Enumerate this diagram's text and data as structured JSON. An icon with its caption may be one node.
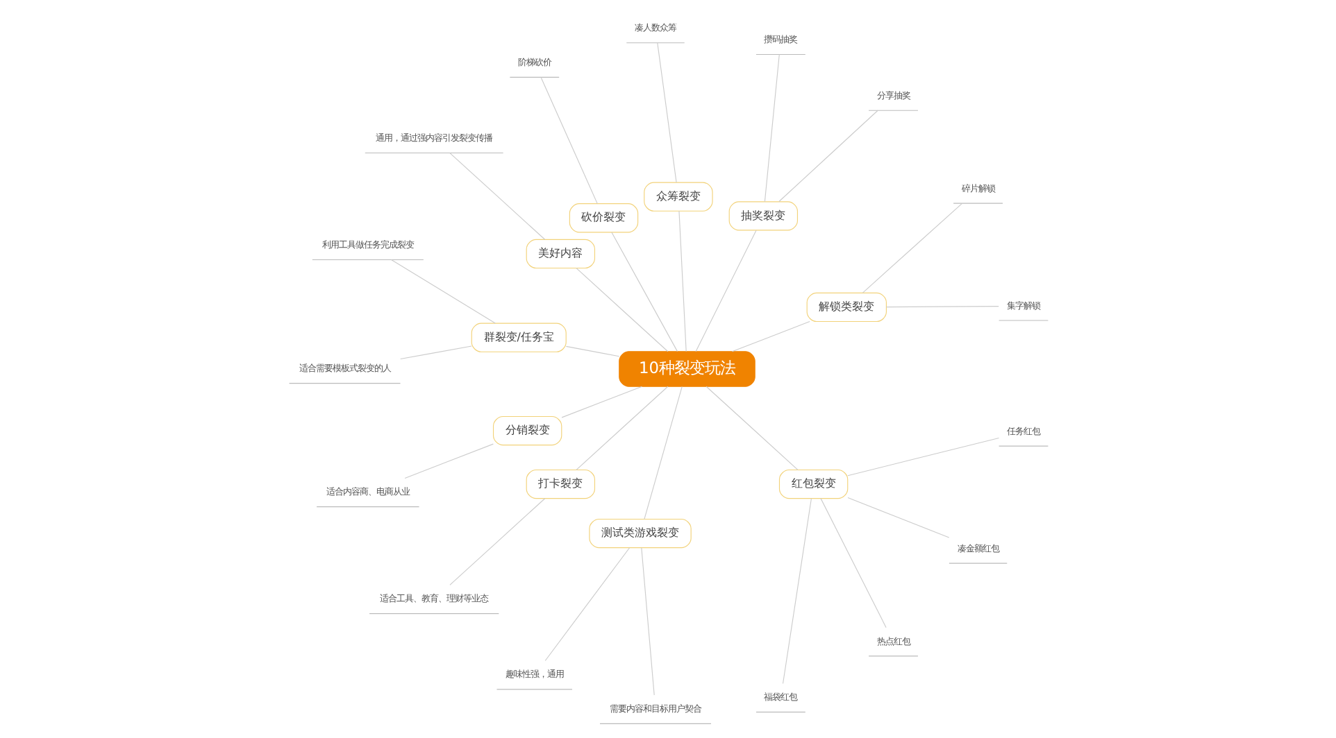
{
  "diagram": {
    "nodes": [
      {
        "text": [
          "10种裂变玩法"
        ]
      },
      {
        "text": [
          "解锁类裂变"
        ]
      },
      {
        "text": [
          "集字解锁"
        ]
      },
      {
        "text": [
          "碎片解锁"
        ]
      },
      {
        "text": [
          "抽奖裂变"
        ]
      },
      {
        "text": [
          "分享抽奖"
        ]
      },
      {
        "text": [
          "攒码抽奖"
        ]
      },
      {
        "text": [
          "众筹裂变"
        ]
      },
      {
        "text": [
          "凑人数众筹"
        ]
      },
      {
        "text": [
          "砍价裂变"
        ]
      },
      {
        "text": [
          "阶梯砍价"
        ]
      },
      {
        "text": [
          "美好内容"
        ]
      },
      {
        "text": [
          "通用，通过强内容引发裂变传播"
        ]
      },
      {
        "text": [
          "群裂变/任务宝"
        ]
      },
      {
        "text": [
          "利用工具做任务完成裂变"
        ]
      },
      {
        "text": [
          "适合需要模板式裂变的人"
        ]
      },
      {
        "text": [
          "分销裂变"
        ]
      },
      {
        "text": [
          "适合内容商、电商从业"
        ]
      },
      {
        "text": [
          "打卡裂变"
        ]
      },
      {
        "text": [
          "适合工具、教育、理财等业态"
        ]
      },
      {
        "text": [
          "测试类游戏裂变"
        ]
      },
      {
        "text": [
          "趣味性强，通用"
        ]
      },
      {
        "text": [
          "需要内容和目标用户契合"
        ]
      },
      {
        "text": [
          "红包裂变"
        ]
      },
      {
        "text": [
          "福袋红包"
        ]
      },
      {
        "text": [
          "热点红包"
        ]
      },
      {
        "text": [
          "凑金额红包"
        ]
      },
      {
        "text": [
          "任务红包"
        ]
      }
    ],
    "edges": [
      {
        "from": 0,
        "to": 1,
        "arrow": "none"
      },
      {
        "from": 1,
        "to": 2,
        "arrow": "none"
      },
      {
        "from": 1,
        "to": 3,
        "arrow": "none"
      },
      {
        "from": 0,
        "to": 4,
        "arrow": "none"
      },
      {
        "from": 4,
        "to": 5,
        "arrow": "none"
      },
      {
        "from": 4,
        "to": 6,
        "arrow": "none"
      },
      {
        "from": 0,
        "to": 7,
        "arrow": "none"
      },
      {
        "from": 7,
        "to": 8,
        "arrow": "none"
      },
      {
        "from": 0,
        "to": 9,
        "arrow": "none"
      },
      {
        "from": 9,
        "to": 10,
        "arrow": "none"
      },
      {
        "from": 0,
        "to": 11,
        "arrow": "none"
      },
      {
        "from": 11,
        "to": 12,
        "arrow": "none"
      },
      {
        "from": 0,
        "to": 13,
        "arrow": "none"
      },
      {
        "from": 13,
        "to": 14,
        "arrow": "none"
      },
      {
        "from": 13,
        "to": 15,
        "arrow": "none"
      },
      {
        "from": 0,
        "to": 16,
        "arrow": "none"
      },
      {
        "from": 16,
        "to": 17,
        "arrow": "none"
      },
      {
        "from": 0,
        "to": 18,
        "arrow": "none"
      },
      {
        "from": 18,
        "to": 19,
        "arrow": "none"
      },
      {
        "from": 0,
        "to": 20,
        "arrow": "none"
      },
      {
        "from": 20,
        "to": 21,
        "arrow": "none"
      },
      {
        "from": 20,
        "to": 22,
        "arrow": "none"
      },
      {
        "from": 0,
        "to": 23,
        "arrow": "none"
      },
      {
        "from": 23,
        "to": 24,
        "arrow": "none"
      },
      {
        "from": 23,
        "to": 25,
        "arrow": "none"
      },
      {
        "from": 23,
        "to": 26,
        "arrow": "none"
      },
      {
        "from": 23,
        "to": 27,
        "arrow": "none"
      }
    ]
  }
}
